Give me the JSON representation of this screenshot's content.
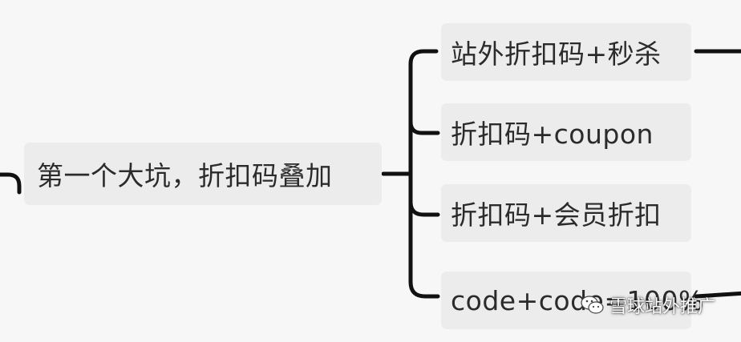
{
  "mindmap": {
    "root": {
      "label": "第一个大坑，折扣码叠加"
    },
    "children": [
      {
        "label": "站外折扣码+秒杀"
      },
      {
        "label": "折扣码+coupon"
      },
      {
        "label": "折扣码+会员折扣"
      },
      {
        "label": "code+code=100%"
      }
    ]
  },
  "watermark": {
    "text": "雪球站外推广",
    "icon": "wechat-icon"
  },
  "colors": {
    "background": "#f7f7f7",
    "node_fill": "#ececec",
    "connector": "#111111",
    "text": "#2b2b2b"
  }
}
